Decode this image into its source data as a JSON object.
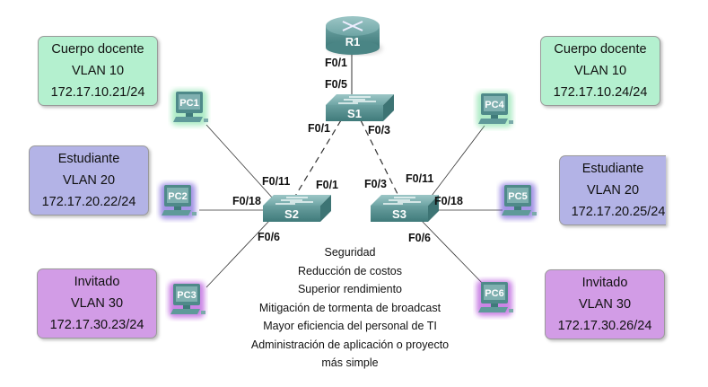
{
  "colors": {
    "vlan10": "#b4f0cf",
    "vlan20": "#b3b3e6",
    "vlan30": "#d29ce6",
    "device_teal": "#5f9a9a",
    "vlan10_glow": "#6fdc9a",
    "vlan20_glow": "#5a3fd0",
    "vlan30_glow": "#a020d0"
  },
  "devices": {
    "router": {
      "name": "R1"
    },
    "switches": [
      {
        "name": "S1"
      },
      {
        "name": "S2"
      },
      {
        "name": "S3"
      }
    ],
    "pcs": [
      {
        "name": "PC1",
        "vlan": "10"
      },
      {
        "name": "PC2",
        "vlan": "20"
      },
      {
        "name": "PC3",
        "vlan": "30"
      },
      {
        "name": "PC4",
        "vlan": "10"
      },
      {
        "name": "PC5",
        "vlan": "20"
      },
      {
        "name": "PC6",
        "vlan": "30"
      }
    ]
  },
  "ports": {
    "r1_s1_r1": "F0/1",
    "r1_s1_s1": "F0/5",
    "s1_s2_s1": "F0/1",
    "s1_s3_s1": "F0/3",
    "s1_s2_s2": "F0/1",
    "s1_s3_s3": "F0/3",
    "s2_pc1": "F0/11",
    "s2_pc2": "F0/18",
    "s2_pc3": "F0/6",
    "s3_pc4": "F0/11",
    "s3_pc5": "F0/18",
    "s3_pc6": "F0/6"
  },
  "vlan_boxes": [
    {
      "role": "Cuerpo docente",
      "vlan": "VLAN 10",
      "ip": "172.17.10.21/24"
    },
    {
      "role": "Estudiante",
      "vlan": "VLAN 20",
      "ip": "172.17.20.22/24"
    },
    {
      "role": "Invitado",
      "vlan": "VLAN 30",
      "ip": "172.17.30.23/24"
    },
    {
      "role": "Cuerpo docente",
      "vlan": "VLAN 10",
      "ip": "172.17.10.24/24"
    },
    {
      "role": "Estudiante",
      "vlan": "VLAN 20",
      "ip": "172.17.20.25/24"
    },
    {
      "role": "Invitado",
      "vlan": "VLAN 30",
      "ip": "172.17.30.26/24"
    }
  ],
  "benefits": [
    "Seguridad",
    "Reducción de costos",
    "Superior rendimiento",
    "Mitigación de tormenta de broadcast",
    "Mayor eficiencia del personal de TI",
    "Administración de aplicación o proyecto",
    "más simple"
  ]
}
